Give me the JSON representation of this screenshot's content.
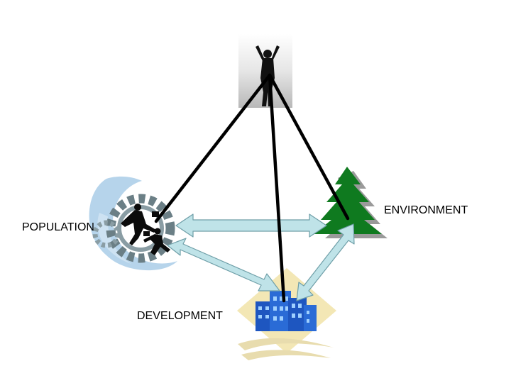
{
  "labels": {
    "population": "POPULATION",
    "environment": "ENVIRONMENT",
    "development": "DEVELOPMENT"
  },
  "icons": {
    "person": "person-arms-raised-icon",
    "population": "running-people-gears-icon",
    "environment": "pine-tree-icon",
    "development": "city-buildings-icon"
  },
  "colors": {
    "arrow_fill": "#bfe3e8",
    "arrow_stroke": "#6f9fa8",
    "tree": "#0f7a1f",
    "buildings": "#2a6bd6",
    "gear": "#6b7f86",
    "swirl": "#a9cde8",
    "diamond": "#f3e7b5",
    "line": "#000000"
  }
}
